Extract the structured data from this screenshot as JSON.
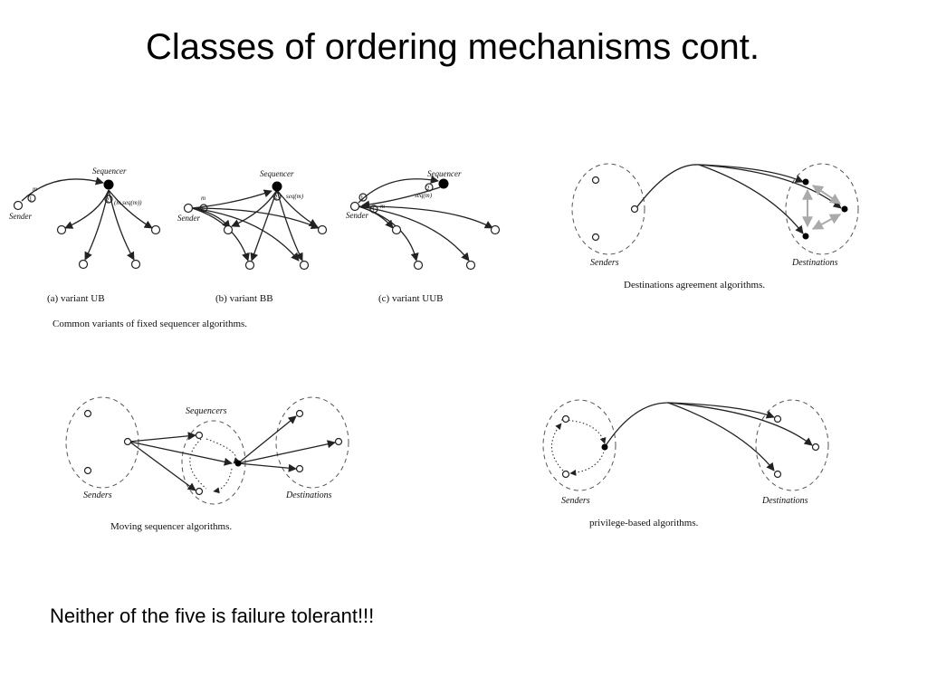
{
  "slide": {
    "title": "Classes of ordering mechanisms cont.",
    "note": "Neither of the five is failure tolerant!!!"
  },
  "fixed_sequencer": {
    "caption": "Common variants of fixed sequencer algorithms.",
    "ub": {
      "sequencer": "Sequencer",
      "sender": "Sender",
      "m": "m",
      "mseq": "(m,seq(m))",
      "caption": "(a) variant UB",
      "one": "1",
      "two": "2"
    },
    "bb": {
      "sequencer": "Sequencer",
      "sender": "Sender",
      "m": "m",
      "seq": "seq(m)",
      "caption": "(b) variant BB",
      "one": "1",
      "two": "2"
    },
    "uub": {
      "sequencer": "Sequencer",
      "sender": "Sender",
      "m": "m",
      "seq": "seq(m)",
      "caption": "(c) variant UUB",
      "one": "1",
      "two": "2",
      "three": "3"
    }
  },
  "destinations_agreement": {
    "senders": "Senders",
    "destinations": "Destinations",
    "caption": "Destinations agreement algorithms."
  },
  "moving_sequencer": {
    "senders": "Senders",
    "sequencers": "Sequencers",
    "destinations": "Destinations",
    "caption": "Moving sequencer algorithms."
  },
  "privilege_based": {
    "senders": "Senders",
    "destinations": "Destinations",
    "caption": "privilege-based algorithms."
  }
}
